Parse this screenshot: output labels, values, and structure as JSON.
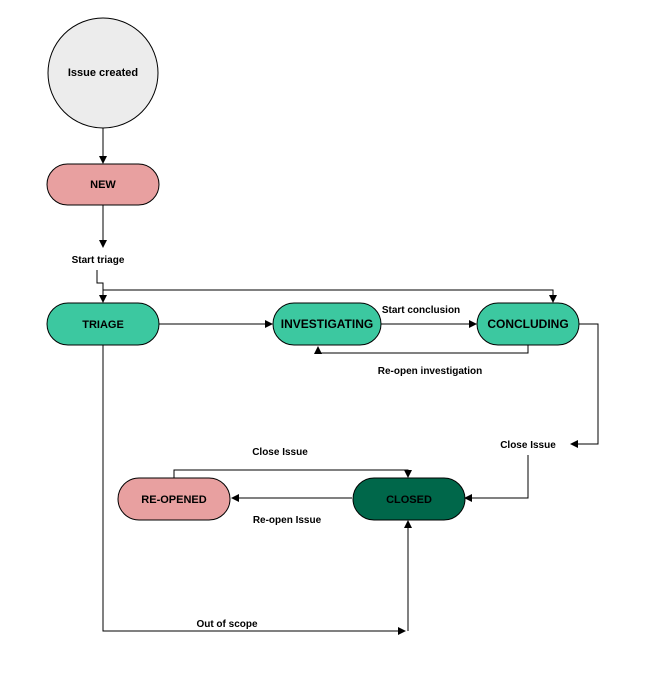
{
  "nodes": {
    "issue_created": {
      "label": "Issue created",
      "color": "#ececec"
    },
    "new": {
      "label": "NEW",
      "color": "#e8a0a0"
    },
    "triage": {
      "label": "TRIAGE",
      "color": "#3cc8a0"
    },
    "investigating": {
      "label": "INVESTIGATING",
      "color": "#3cc8a0"
    },
    "concluding": {
      "label": "CONCLUDING",
      "color": "#3cc8a0"
    },
    "closed": {
      "label": "CLOSED",
      "color": "#00674a"
    },
    "reopened": {
      "label": "RE-OPENED",
      "color": "#e8a0a0"
    }
  },
  "edges": {
    "start_triage": "Start triage",
    "start_conclusion": "Start conclusion",
    "reopen_investigation": "Re-open investigation",
    "close_issue_concluding": "Close Issue",
    "close_issue_reopened": "Close Issue",
    "reopen_issue": "Re-open Issue",
    "out_of_scope": "Out of scope"
  }
}
